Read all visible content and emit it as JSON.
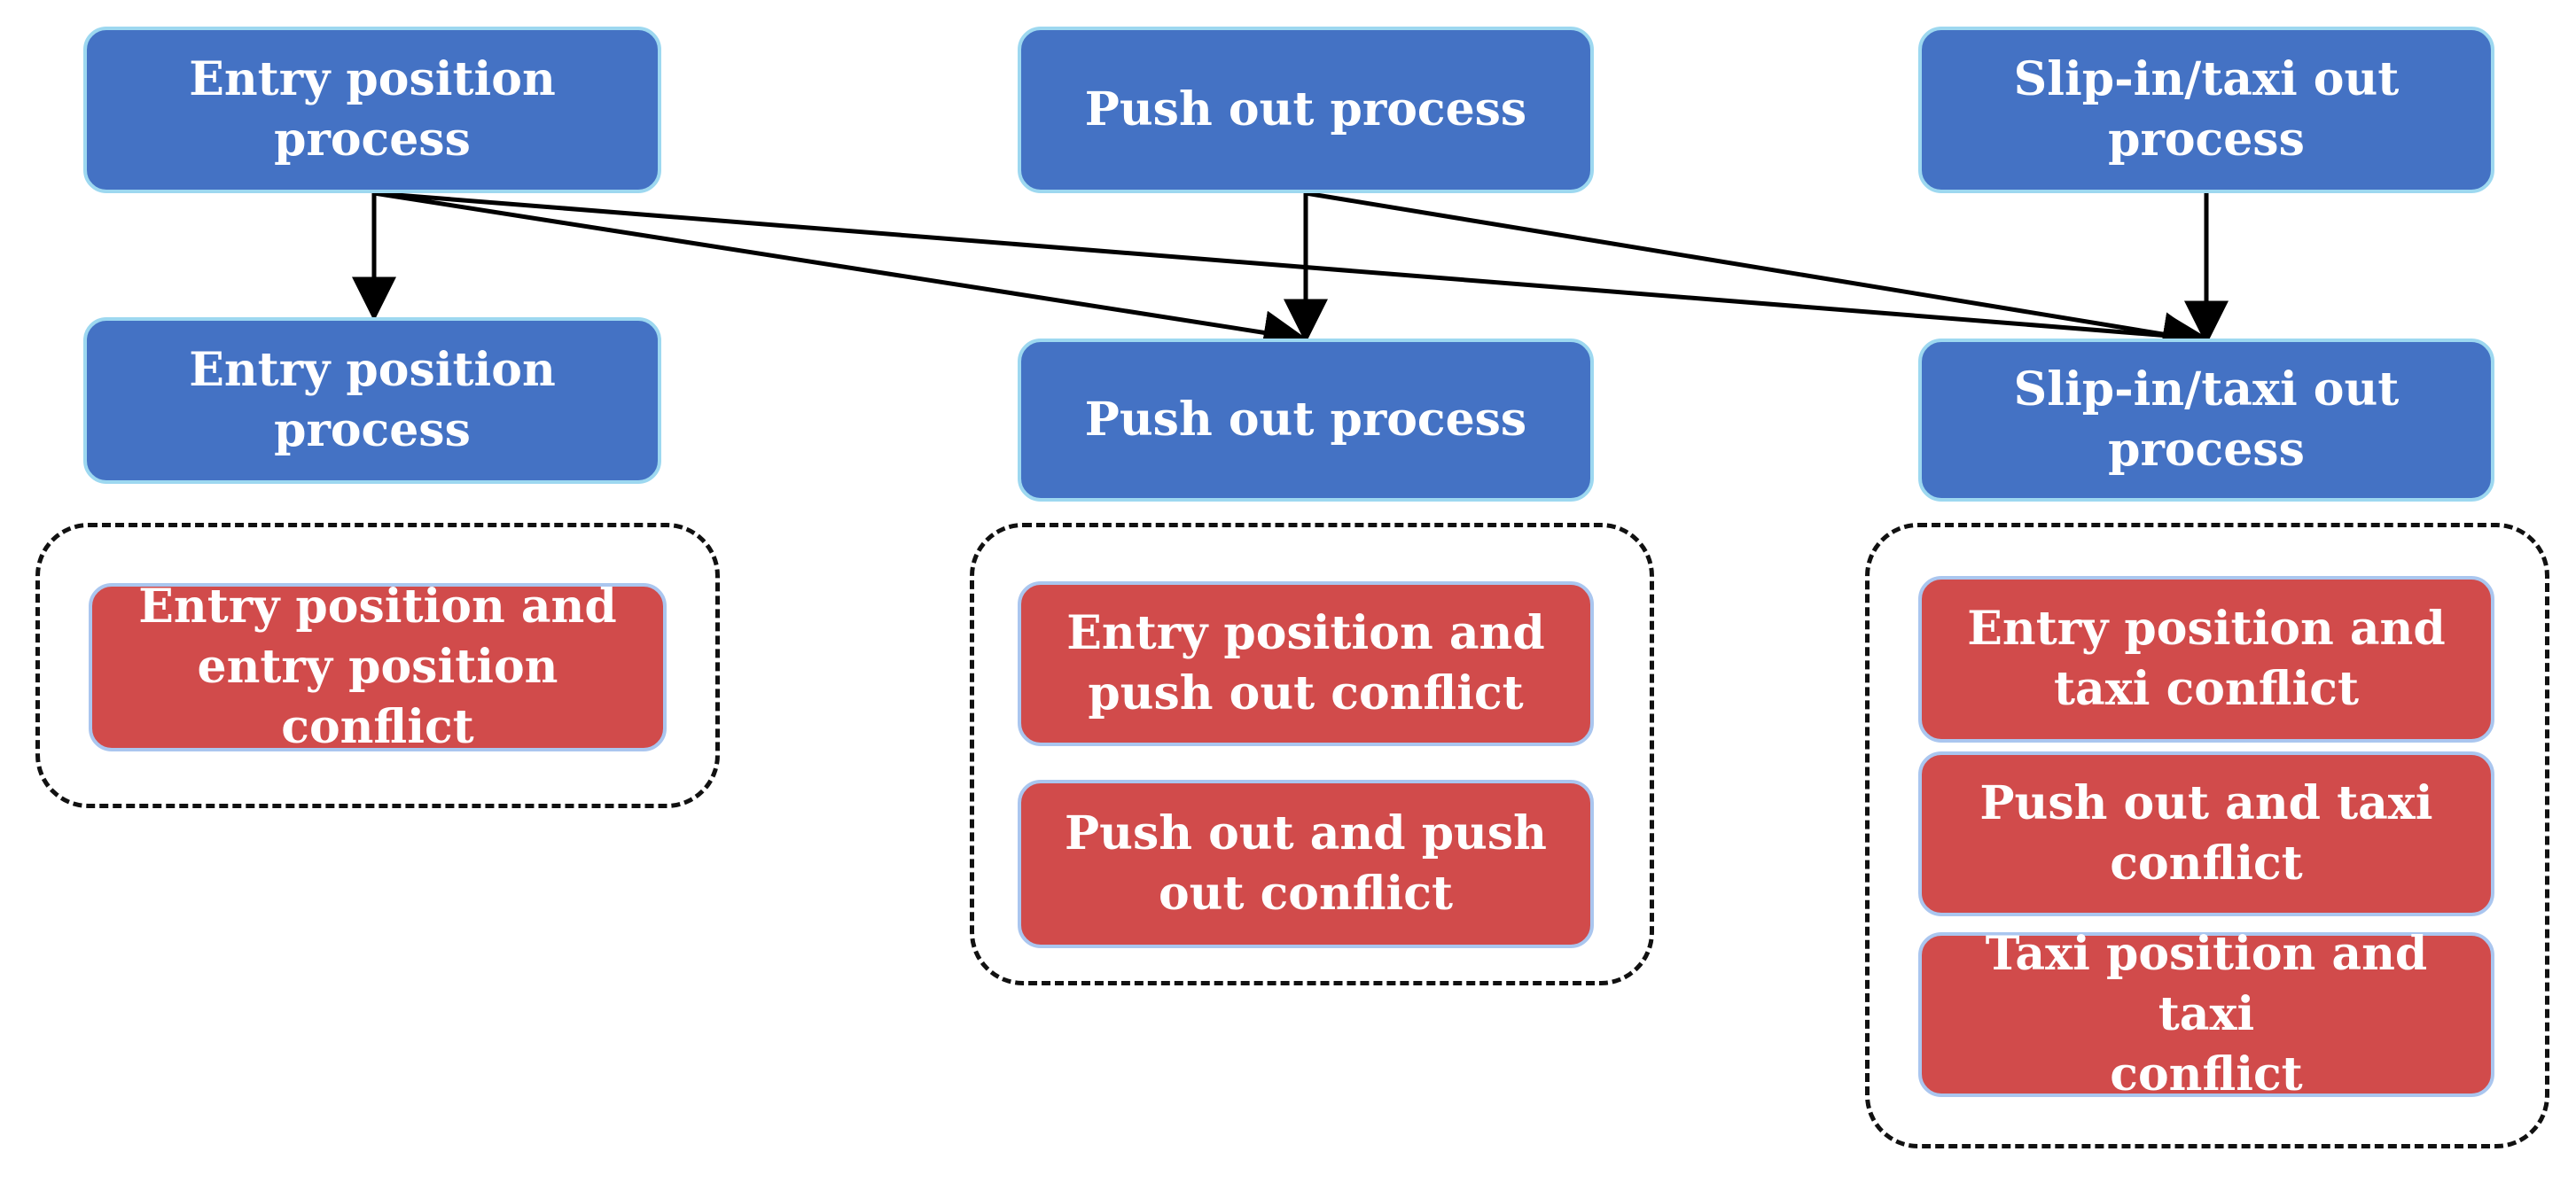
{
  "diagram": {
    "top_row": [
      {
        "label": "Entry position\nprocess"
      },
      {
        "label": "Push out process"
      },
      {
        "label": "Slip-in/taxi out\nprocess"
      }
    ],
    "second_row": [
      {
        "label": "Entry position\nprocess"
      },
      {
        "label": "Push out process"
      },
      {
        "label": "Slip-in/taxi out\nprocess"
      }
    ],
    "conflict_groups": [
      {
        "conflicts": [
          {
            "label": "Entry position and\nentry position\nconflict"
          }
        ]
      },
      {
        "conflicts": [
          {
            "label": "Entry position and\npush out conflict"
          },
          {
            "label": "Push out and push\nout conflict"
          }
        ]
      },
      {
        "conflicts": [
          {
            "label": "Entry position and\ntaxi conflict"
          },
          {
            "label": "Push out and taxi\nconflict"
          },
          {
            "label": "Taxi position and taxi\nconflict"
          }
        ]
      }
    ],
    "colors": {
      "process_box": "#4472c4",
      "conflict_box": "#d14b4b",
      "arrow": "#000000"
    }
  }
}
